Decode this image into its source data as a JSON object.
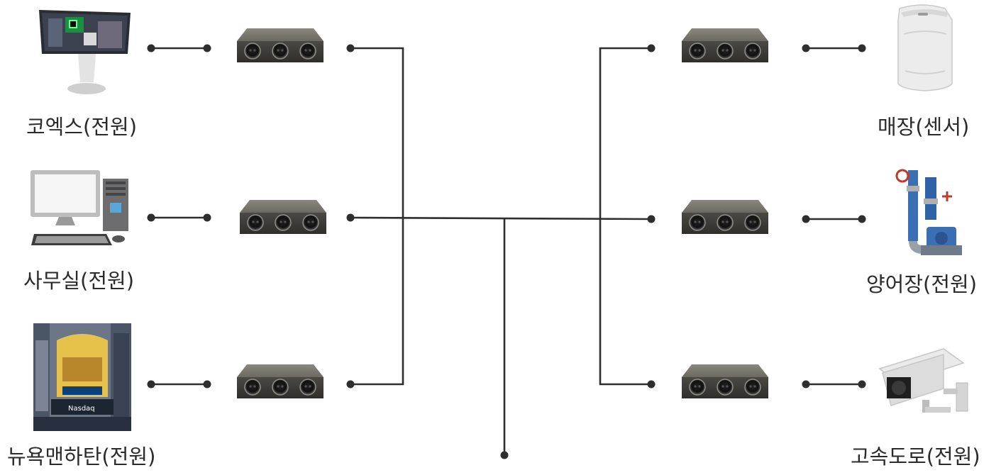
{
  "devices": [
    {
      "id": "kiosk",
      "label": "코엑스(전원)",
      "icon": "kiosk-icon"
    },
    {
      "id": "office",
      "label": "사무실(전원)",
      "icon": "desktop-computer-icon"
    },
    {
      "id": "newyork",
      "label": "뉴욕맨하탄(전원)",
      "icon": "billboard-building-icon"
    },
    {
      "id": "store",
      "label": "매장(센서)",
      "icon": "motion-sensor-icon"
    },
    {
      "id": "fishfarm",
      "label": "양어장(전원)",
      "icon": "water-pump-icon"
    },
    {
      "id": "highway",
      "label": "고속도로(전원)",
      "icon": "cctv-camera-icon"
    }
  ],
  "power_units": [
    {
      "id": "unit-left-1",
      "icon": "power-controller-icon"
    },
    {
      "id": "unit-left-2",
      "icon": "power-controller-icon"
    },
    {
      "id": "unit-left-3",
      "icon": "power-controller-icon"
    },
    {
      "id": "unit-right-1",
      "icon": "power-controller-icon"
    },
    {
      "id": "unit-right-2",
      "icon": "power-controller-icon"
    },
    {
      "id": "unit-right-3",
      "icon": "power-controller-icon"
    }
  ],
  "colors": {
    "line": "#2e2e2e",
    "text": "#2b2b2b",
    "unit_body": "#6e6c63",
    "unit_face": "#3a3935"
  }
}
